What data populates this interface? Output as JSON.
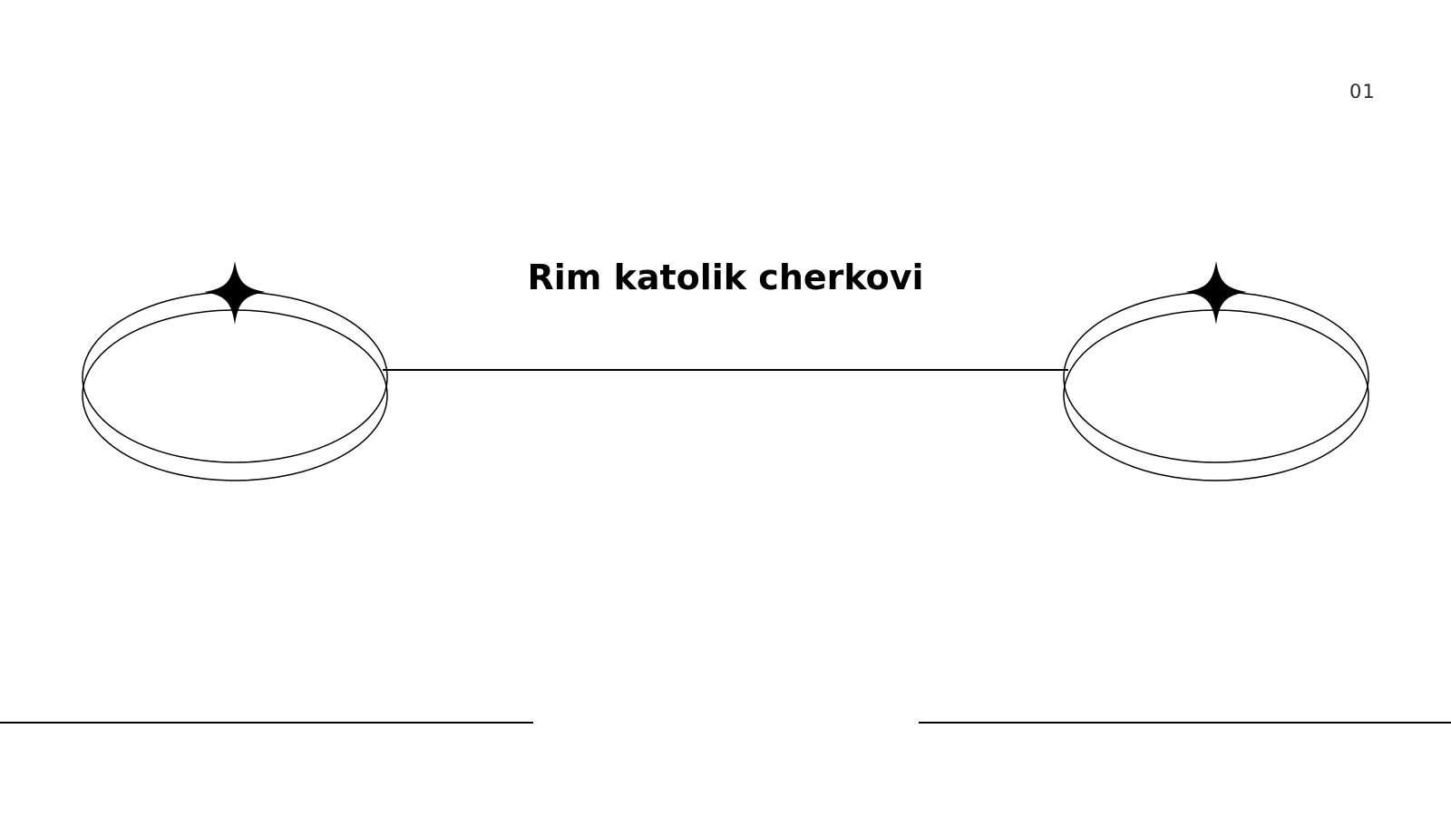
{
  "slide": {
    "number": "01",
    "title": "Rim katolik cherkovi"
  },
  "colors": {
    "background": "#ffffff",
    "ink": "#000000",
    "number": "#2b2b2b"
  },
  "decorations": {
    "left_ring_icon": "ring-with-sparkle",
    "right_ring_icon": "ring-with-sparkle",
    "sparkle_icon": "four-point-star"
  }
}
